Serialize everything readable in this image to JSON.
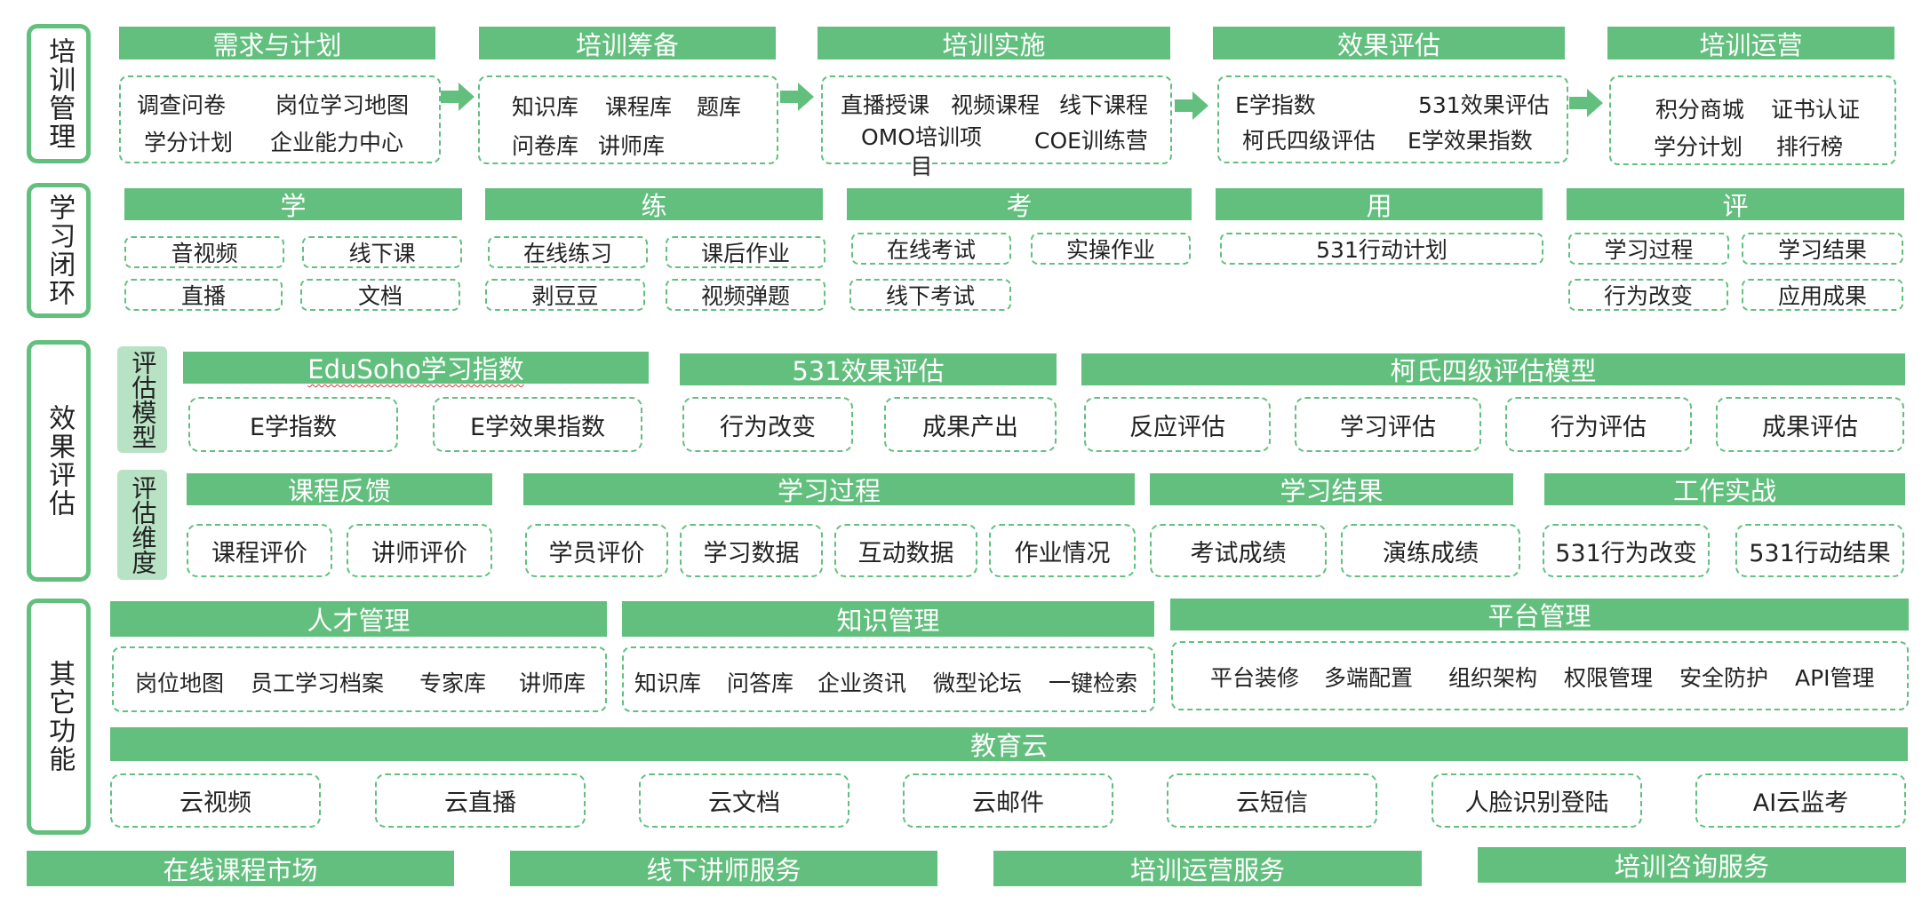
{
  "sections": {
    "training_management": "培训管理",
    "learning_loop": "学习闭环",
    "effect_evaluation": "效果评估",
    "other_functions": "其它功能"
  },
  "row1": {
    "headers": [
      "需求与计划",
      "培训筹备",
      "培训实施",
      "效果评估",
      "培训运营"
    ],
    "demand": [
      "调查问卷",
      "岗位学习地图",
      "学分计划",
      "企业能力中心"
    ],
    "prepare": [
      "知识库",
      "课程库",
      "题库",
      "问卷库",
      "讲师库"
    ],
    "implement": [
      "直播授课",
      "视频课程",
      "线下课程",
      "OMO培训项目",
      "COE训练营"
    ],
    "evaluate": [
      "E学指数",
      "531效果评估",
      "柯氏四级评估",
      "E学效果指数"
    ],
    "operate": [
      "积分商城",
      "证书认证",
      "学分计划",
      "排行榜"
    ]
  },
  "row2": {
    "headers": [
      "学",
      "练",
      "考",
      "用",
      "评"
    ],
    "learn": [
      "音视频",
      "线下课",
      "直播",
      "文档"
    ],
    "practice": [
      "在线练习",
      "课后作业",
      "剥豆豆",
      "视频弹题"
    ],
    "exam": [
      "在线考试",
      "实操作业",
      "线下考试"
    ],
    "use": [
      "531行动计划"
    ],
    "assess": [
      "学习过程",
      "学习结果",
      "行为改变",
      "应用成果"
    ]
  },
  "row3": {
    "model_label": "评估模型",
    "dimension_label": "评估维度",
    "model_headers": [
      "EduSoho学习指数",
      "531效果评估",
      "柯氏四级评估模型"
    ],
    "model_items": [
      "E学指数",
      "E学效果指数",
      "行为改变",
      "成果产出",
      "反应评估",
      "学习评估",
      "行为评估",
      "成果评估"
    ],
    "dim_headers": [
      "课程反馈",
      "学习过程",
      "学习结果",
      "工作实战"
    ],
    "dim_items": [
      "课程评价",
      "讲师评价",
      "学员评价",
      "学习数据",
      "互动数据",
      "作业情况",
      "考试成绩",
      "演练成绩",
      "531行为改变",
      "531行动结果"
    ]
  },
  "row4": {
    "headers": [
      "人才管理",
      "知识管理",
      "平台管理"
    ],
    "talent": [
      "岗位地图",
      "员工学习档案",
      "专家库",
      "讲师库"
    ],
    "knowledge": [
      "知识库",
      "问答库",
      "企业资讯",
      "微型论坛",
      "一键检索"
    ],
    "platform": [
      "平台装修",
      "多端配置",
      "组织架构",
      "权限管理",
      "安全防护",
      "API管理"
    ],
    "cloud_header": "教育云",
    "cloud": [
      "云视频",
      "云直播",
      "云文档",
      "云邮件",
      "云短信",
      "人脸识别登陆",
      "AI云监考"
    ]
  },
  "bottom": [
    "在线课程市场",
    "线下讲师服务",
    "培训运营服务",
    "培训咨询服务"
  ],
  "colors": {
    "accent": "#62bf7e",
    "light": "#b7e2c4"
  }
}
